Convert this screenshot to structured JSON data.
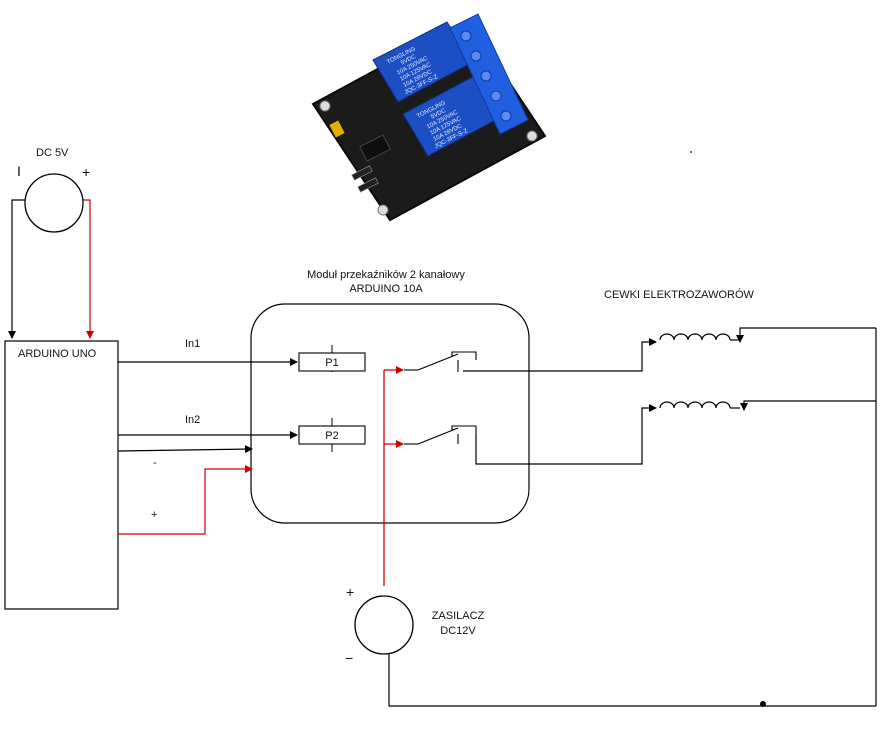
{
  "colors": {
    "wire": "#000000",
    "positive_wire": "#cc0000",
    "relay_blue": "#1d4fc4",
    "terminal_blue": "#1f5fe0",
    "pcb": "#1b1b1b"
  },
  "relay_photo": {
    "relay_top_lines": [
      "TONGLING",
      "5VDC",
      "10A 250VAC",
      "10A 125VAC",
      "10A 28VDC",
      "JQC-3FF-S-Z"
    ],
    "relay_bottom_lines": [
      "TONGLING",
      "5VDC",
      "10A 250VAC",
      "10A 125VAC",
      "10A 28VDC",
      "JQC-3FF-S-Z"
    ]
  },
  "dc5v": {
    "label": "DC 5V",
    "minus": "I",
    "plus": "+"
  },
  "arduino": {
    "label": "ARDUINO UNO"
  },
  "module": {
    "title_line1": "Moduł przekaźników 2 kanałowy",
    "title_line2": "ARDUINO 10A",
    "relay1": "P1",
    "relay2": "P2"
  },
  "wires": {
    "in1": "In1",
    "in2": "In2",
    "minus": "-",
    "plus": "+"
  },
  "coils": {
    "label": "CEWKI ELEKTROZAWORÓW"
  },
  "psu": {
    "label_line1": "ZASILACZ",
    "label_line2": "DC12V",
    "plus": "+",
    "minus": "−"
  }
}
